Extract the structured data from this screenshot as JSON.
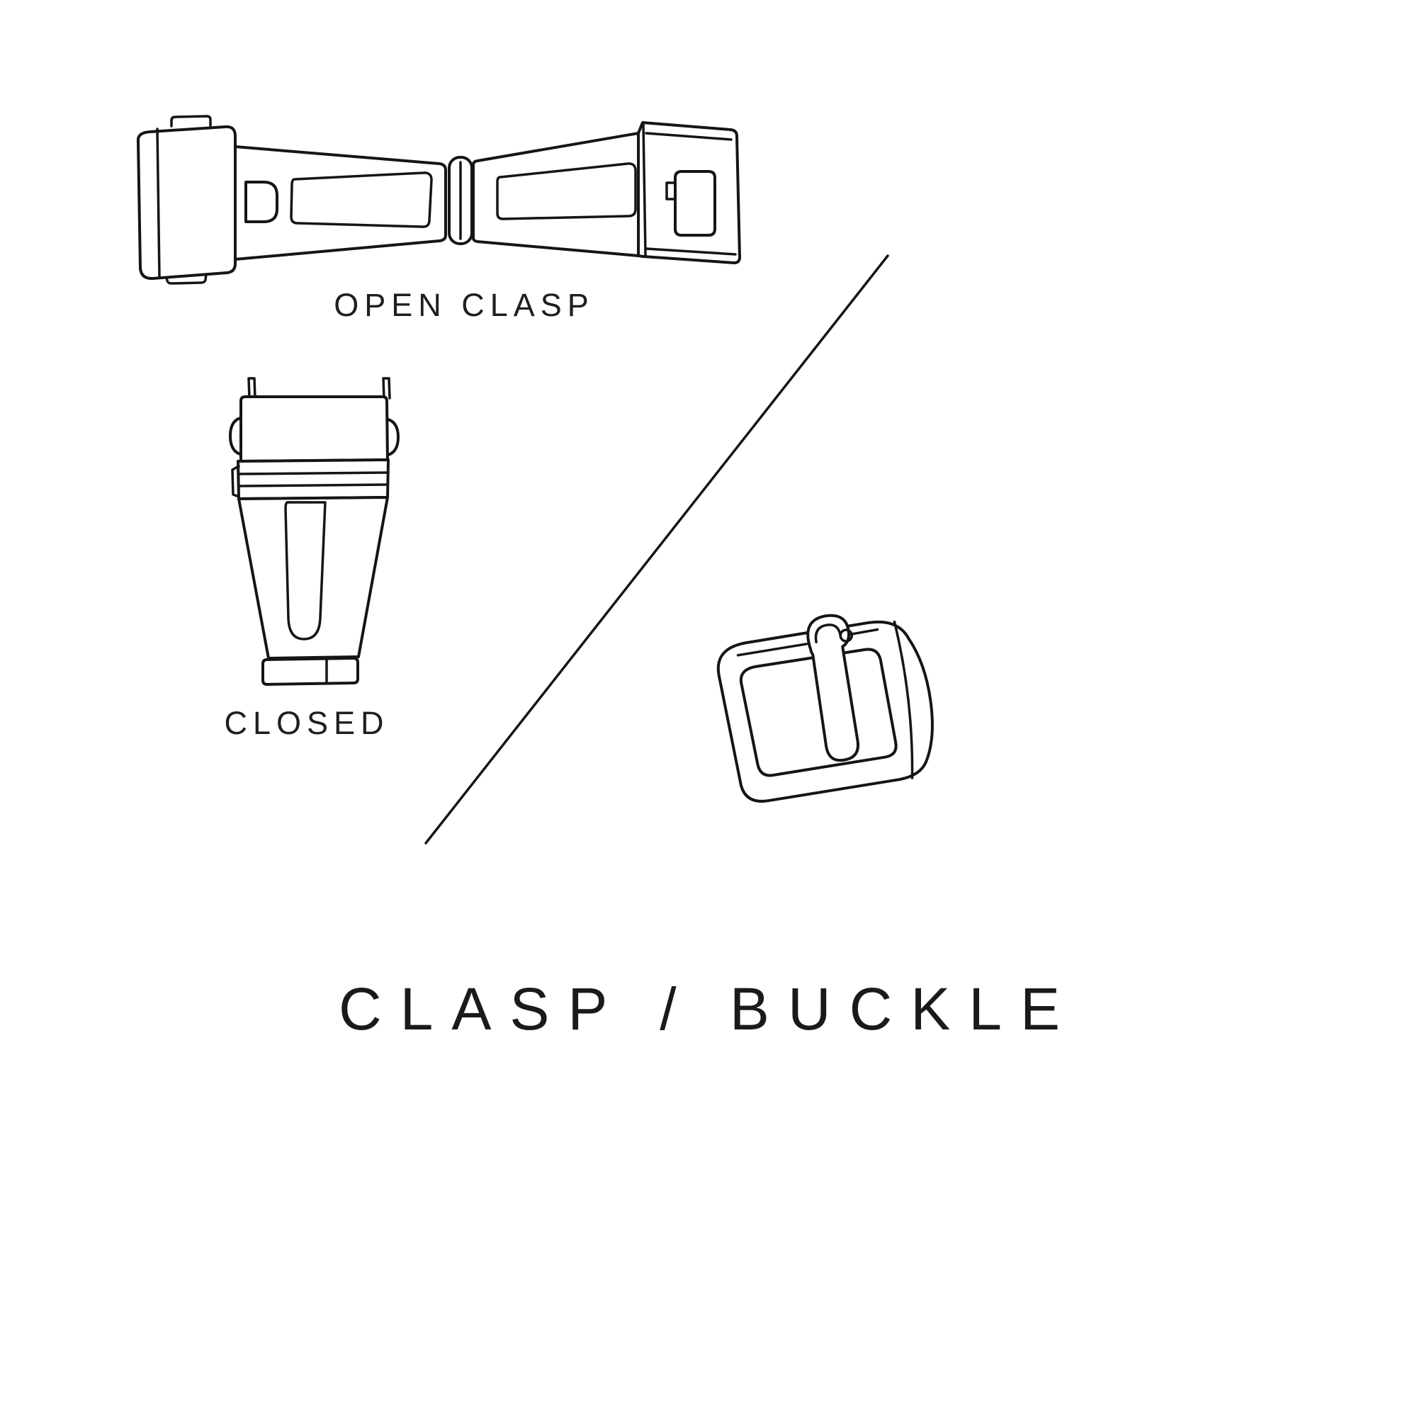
{
  "canvas": {
    "background": "#ffffff",
    "ink": "#1a1a1a",
    "line_color": "#151515"
  },
  "labels": {
    "open_clasp": "OPEN CLASP",
    "closed": "CLOSED",
    "title": "CLASP / BUCKLE"
  },
  "illustrations": {
    "open_clasp_icon": "open-deployant-clasp-drawing",
    "closed_clasp_icon": "closed-deployant-clasp-drawing",
    "tang_buckle_icon": "tang-buckle-drawing",
    "divider_icon": "diagonal-divider-line"
  }
}
